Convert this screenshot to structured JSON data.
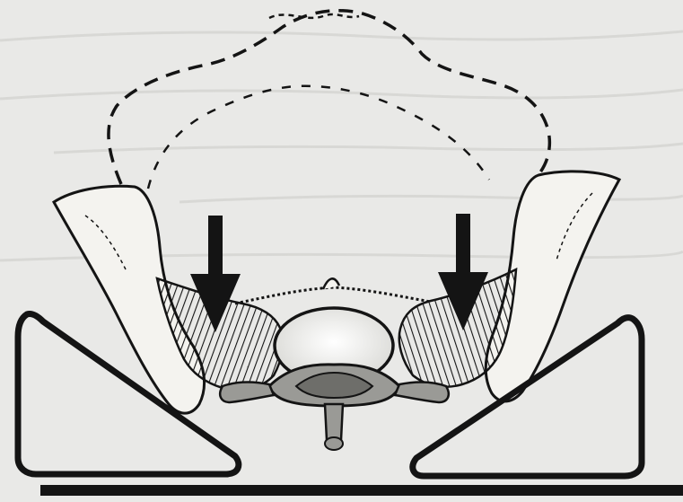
{
  "figure": {
    "background": "#e9e9e7",
    "ink": "#141414",
    "bone_fill": "#f4f3ef",
    "vertebra_shade": "#9a9a96",
    "canal_shade": "#6e6e6a",
    "faint_text_color": "#b9b9b5"
  },
  "elements": [
    {
      "name": "abdominal-outline-dashed",
      "kind": "dashed-contour"
    },
    {
      "name": "left-iliac-bone",
      "kind": "bone"
    },
    {
      "name": "right-iliac-bone",
      "kind": "bone"
    },
    {
      "name": "left-paraspinal-muscle",
      "kind": "hatched-muscle"
    },
    {
      "name": "right-paraspinal-muscle",
      "kind": "hatched-muscle"
    },
    {
      "name": "vertebra",
      "kind": "vertebra"
    },
    {
      "name": "left-pressure-arrow",
      "kind": "arrow-down"
    },
    {
      "name": "right-pressure-arrow",
      "kind": "arrow-down"
    },
    {
      "name": "left-wedge-support",
      "kind": "wedge"
    },
    {
      "name": "right-wedge-support",
      "kind": "wedge"
    },
    {
      "name": "table-surface",
      "kind": "base-line"
    }
  ]
}
